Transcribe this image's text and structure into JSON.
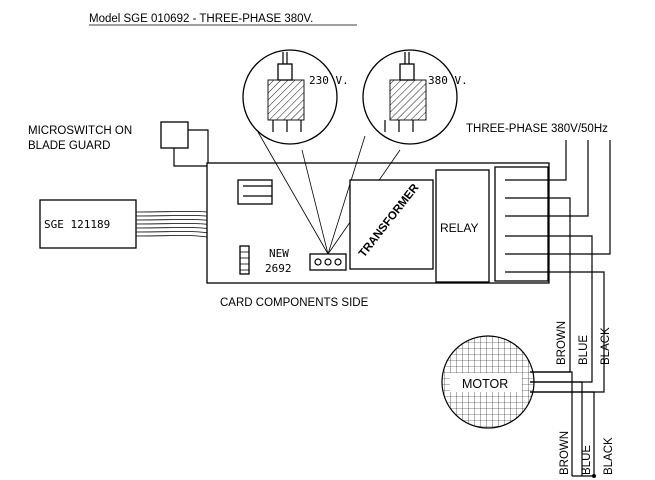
{
  "title": "Model SGE 010692 - THREE-PHASE 380V.",
  "labels": {
    "microswitch_line1": "MICROSWITCH ON",
    "microswitch_line2": "BLADE GUARD",
    "board_left": "SGE 121189",
    "new": "NEW",
    "code": "2692",
    "transformer": "TRANSFORMER",
    "relay": "RELAY",
    "card_side": "CARD COMPONENTS SIDE",
    "supply": "THREE-PHASE 380V/50Hz",
    "motor": "MOTOR",
    "plug_230": "230 V.",
    "plug_380": "380 V."
  },
  "wires_upper": [
    "BROWN",
    "BLUE",
    "BLACK"
  ],
  "wires_lower": [
    "BROWN",
    "BLUE",
    "BLACK"
  ],
  "colors": {
    "line": "#000000",
    "background": "#ffffff"
  }
}
